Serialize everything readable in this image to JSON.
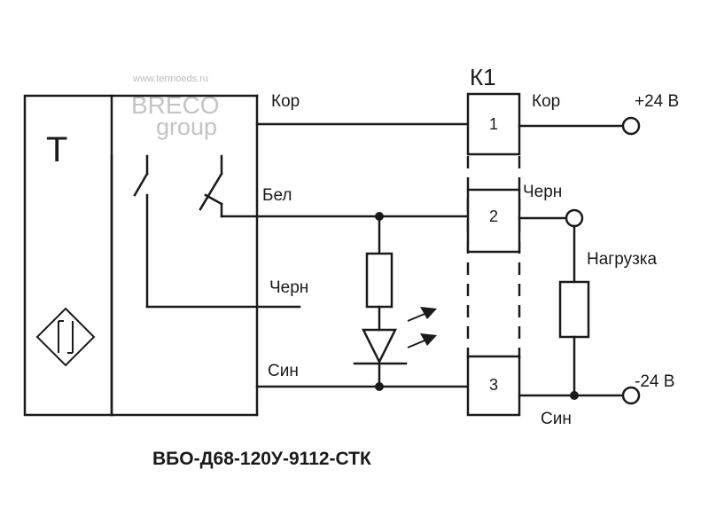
{
  "watermark": {
    "url": "www.termoeds.ru",
    "brand_line1": "BRECO",
    "brand_line2": "group"
  },
  "sensor": {
    "symbol": "T"
  },
  "terminal_block": {
    "title": "К1",
    "pins": [
      "1",
      "2",
      "3"
    ]
  },
  "wires": {
    "kor": "Кор",
    "bel": "Бел",
    "chern": "Черн",
    "sin": "Син"
  },
  "right_side": {
    "kor": "Кор",
    "chern": "Черн",
    "sin": "Син",
    "plus_supply": "+24 В",
    "minus_supply": "-24 В",
    "load": "Нагрузка"
  },
  "model": "ВБО-Д68-120У-9112-СТК"
}
